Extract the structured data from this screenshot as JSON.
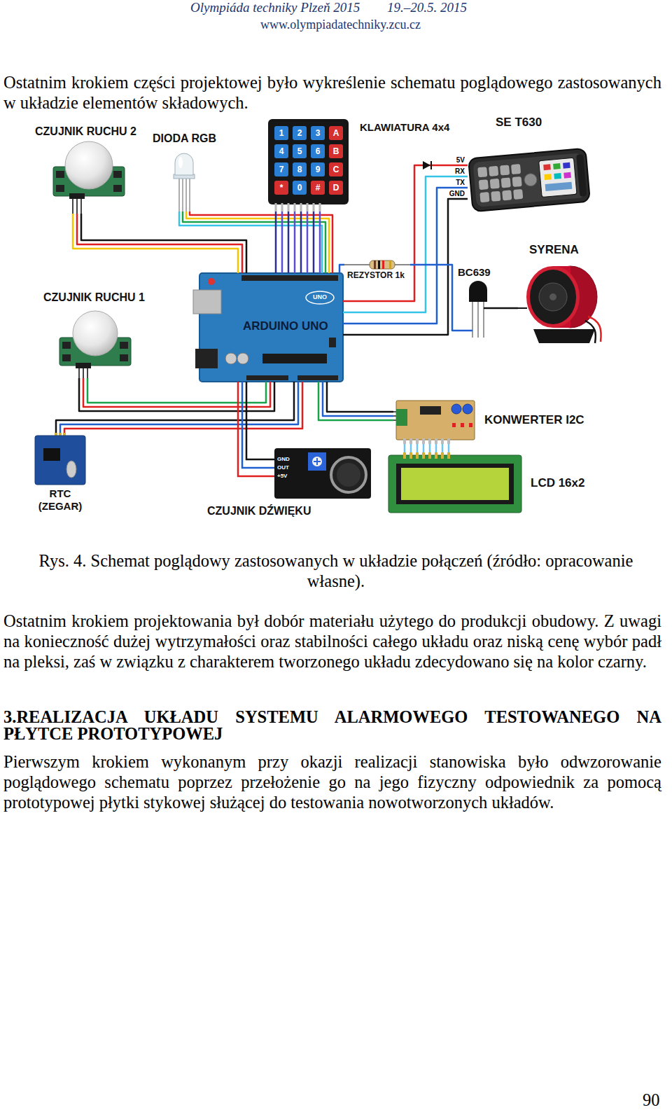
{
  "diagram": {
    "caption": "Rys. 4. Schemat poglądowy zastosowanych w układzie połączeń (źródło: opracowanie własne).",
    "nodes": [
      {
        "text": [
          "CZUJNIK RUCHU 2"
        ]
      },
      {
        "text": [
          "DIODA RGB"
        ]
      },
      {
        "text": [
          "KLAWIATURA 4x4"
        ]
      },
      {
        "text": [
          "SE T630"
        ]
      },
      {
        "text": [
          "SYRENA"
        ]
      },
      {
        "text": [
          "BC639"
        ]
      },
      {
        "text": [
          "REZYSTOR 1k"
        ]
      },
      {
        "text": [
          "CZUJNIK RUCHU 1"
        ]
      },
      {
        "text": [
          "ARDUINO UNO"
        ]
      },
      {
        "text": [
          "KONWERTER I2C"
        ]
      },
      {
        "text": [
          "LCD 16x2"
        ]
      },
      {
        "text": [
          "RTC (ZEGAR)"
        ]
      },
      {
        "text": [
          "CZUJNIK DŹWIĘKU"
        ]
      }
    ],
    "edges": [
      {
        "from": 0,
        "to": 8,
        "arrow": "none"
      },
      {
        "from": 1,
        "to": 8,
        "arrow": "none"
      },
      {
        "from": 2,
        "to": 8,
        "arrow": "none"
      },
      {
        "from": 3,
        "to": 8,
        "arrow": "none"
      },
      {
        "from": 8,
        "to": 6,
        "arrow": "none"
      },
      {
        "from": 6,
        "to": 5,
        "arrow": "none"
      },
      {
        "from": 5,
        "to": 4,
        "arrow": "none"
      },
      {
        "from": 7,
        "to": 8,
        "arrow": "none"
      },
      {
        "from": 11,
        "to": 8,
        "arrow": "none"
      },
      {
        "from": 12,
        "to": 8,
        "arrow": "none"
      },
      {
        "from": 8,
        "to": 9,
        "arrow": "none"
      },
      {
        "from": 9,
        "to": 10,
        "arrow": "none"
      }
    ],
    "labels": [
      "Olympiáda techniky Plzeň 2015",
      "19.–20.5. 2015",
      "www.olympiadatechniky.zcu.cz",
      "Ostatnim krokiem części projektowej było wykreślenie schematu poglądowego zastosowanych w układzie elementów składowych.",
      "5V",
      "RX",
      "TX",
      "GND",
      "1",
      "2",
      "3",
      "A",
      "4",
      "5",
      "6",
      "B",
      "7",
      "8",
      "9",
      "C",
      "*",
      "0",
      "#",
      "D",
      "UNO",
      "GND",
      "OUT",
      "+5V",
      "Ostatnim krokiem projektowania był dobór materiału użytego do produkcji obudowy. Z uwagi na konieczność dużej wytrzymałości oraz stabilności całego układu oraz niską cenę wybór padł na pleksi, zaś w związku z charakterem tworzonego układu zdecydowano się na kolor czarny.",
      "3.REALIZACJA UKŁADU SYSTEMU ALARMOWEGO TESTOWANEGO NA PŁYTCE PROTOTYPOWEJ",
      "Pierwszym krokiem wykonanym przy okazji realizacji stanowiska było odwzorowanie poglądowego schematu poprzez przełożenie go na jego fizyczny odpowiednik za pomocą prototypowej płytki stykowej służącej do testowania nowotworzonych układów.",
      "90"
    ]
  }
}
